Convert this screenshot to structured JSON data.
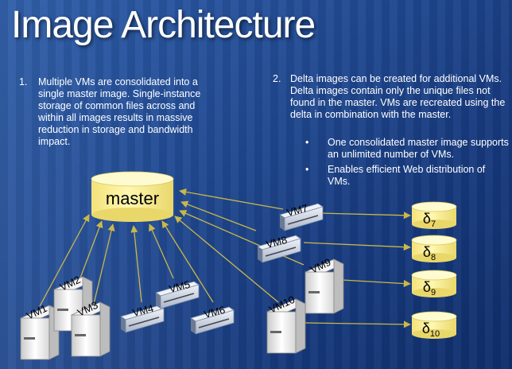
{
  "title": "Image Architecture",
  "point1": {
    "number": "1.",
    "text": "Multiple VMs are consolidated into a single master image. Single-instance storage of common files across and within all images results in massive reduction in storage and bandwidth impact."
  },
  "point2": {
    "number": "2.",
    "text": "Delta images can be created for additional VMs. Delta images contain only the unique files not found in the master. VMs are recreated using the delta in combination with the master.",
    "bullets": [
      {
        "marker": "•",
        "text": "One consolidated master image supports an unlimited number of VMs."
      },
      {
        "marker": "•",
        "text": "Enables efficient Web distribution of VMs."
      }
    ]
  },
  "master_label": "master",
  "vms": [
    "VM1",
    "VM2",
    "VM3",
    "VM4",
    "VM5",
    "VM6",
    "VM7",
    "VM8",
    "VM9",
    "VM10"
  ],
  "deltas": [
    {
      "symbol": "δ",
      "sub": "7"
    },
    {
      "symbol": "δ",
      "sub": "8"
    },
    {
      "symbol": "δ",
      "sub": "9"
    },
    {
      "symbol": "δ",
      "sub": "10"
    }
  ],
  "colors": {
    "background": "#1d4388",
    "cylinder_fill": "#fff6a8",
    "cylinder_top": "#fffbd0",
    "arrow": "#c9b84a",
    "text": "#ffffff"
  }
}
